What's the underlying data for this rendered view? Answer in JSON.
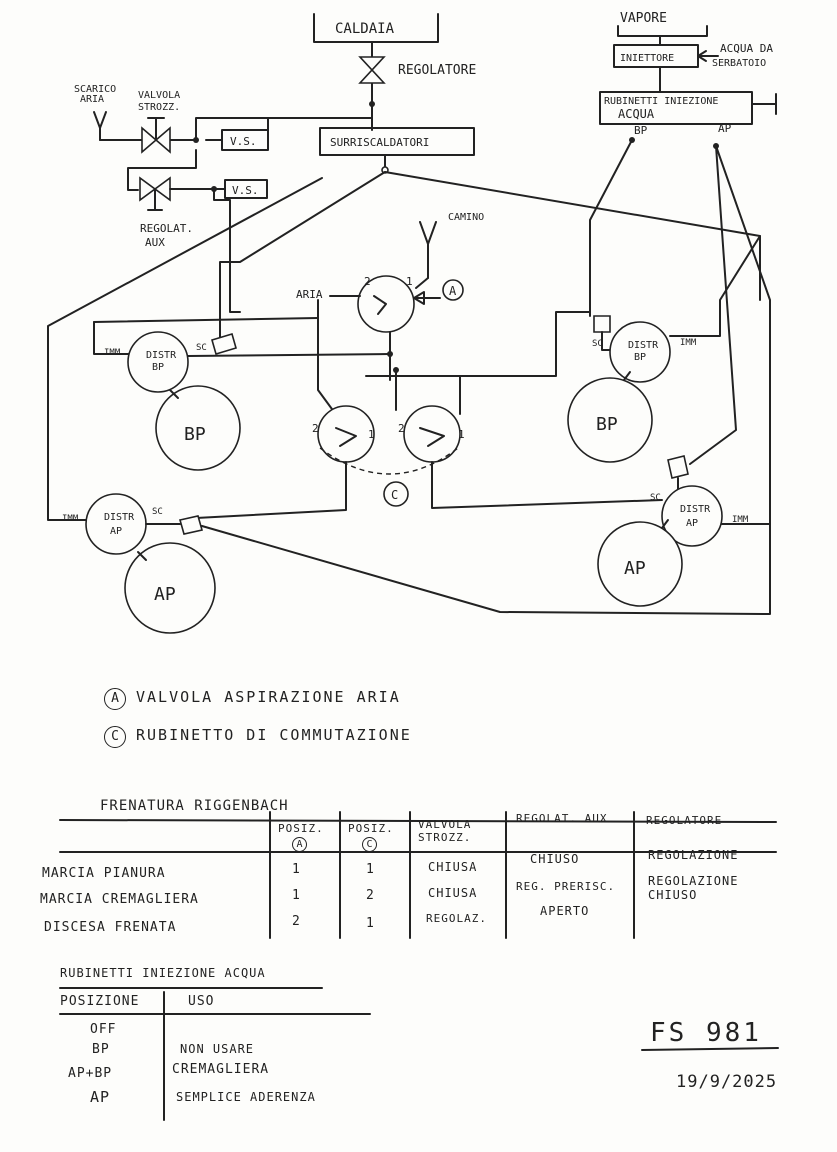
{
  "diagram": {
    "caldaia": "CALDAIA",
    "regolatore": "REGOLATORE",
    "vapore": "VAPORE",
    "iniettore": "INIETTORE",
    "acqua_da_serbatoio": [
      "ACQUA DA",
      "SERBATOIO"
    ],
    "rubinetti": [
      "RUBINETTI INIEZIONE",
      "ACQUA"
    ],
    "rub_bp": "BP",
    "rub_ap": "AP",
    "scarico_aria": [
      "SCARICO",
      "ARIA"
    ],
    "valvola_strozz": [
      "VALVOLA",
      "STROZZ."
    ],
    "vs1": "V.S.",
    "vs2": "V.S.",
    "regolat_aux": [
      "REGOLAT.",
      "AUX"
    ],
    "surriscaldatori": "SURRISCALDATORI",
    "camino": "CAMINO",
    "aria": "ARIA",
    "valve_a": "A",
    "valve_c": "C",
    "port_1": "1",
    "port_2": "2",
    "imm": "IMM",
    "sc": "SC",
    "distr_bp": [
      "DISTR",
      "BP"
    ],
    "distr_ap": [
      "DISTR",
      "AP"
    ],
    "cyl_bp": "BP",
    "cyl_ap": "AP"
  },
  "legend": {
    "a_key": "A",
    "a_text": "VALVOLA ASPIRAZIONE ARIA",
    "c_key": "C",
    "c_text": "RUBINETTO DI COMMUTAZIONE"
  },
  "frenatura": {
    "title": "FRENATURA RIGGENBACH",
    "headers": [
      "POSIZ.",
      "POSIZ.",
      "VALVOLA STROZZ.",
      "REGOLAT. AUX",
      "REGOLATORE"
    ],
    "header_keys": [
      "A",
      "C"
    ],
    "rows": [
      {
        "label": "MARCIA PIANURA",
        "a": "1",
        "c": "1",
        "strozz": "CHIUSA",
        "aux": "CHIUSO",
        "reg": "REGOLAZIONE"
      },
      {
        "label": "MARCIA CREMAGLIERA",
        "a": "1",
        "c": "2",
        "strozz": "CHIUSA",
        "aux": "REG. PRERISC.",
        "reg": "REGOLAZIONE CHIUSO"
      },
      {
        "label": "DISCESA FRENATA",
        "a": "2",
        "c": "1",
        "strozz": "REGOLAZ.",
        "aux": "APERTO",
        "reg": ""
      }
    ]
  },
  "rubinetti_table": {
    "title": "RUBINETTI INIEZIONE ACQUA",
    "headers": [
      "POSIZIONE",
      "USO"
    ],
    "rows": [
      {
        "pos": "OFF",
        "uso": ""
      },
      {
        "pos": "BP",
        "uso": "NON USARE"
      },
      {
        "pos": "AP+BP",
        "uso": "CREMAGLIERA"
      },
      {
        "pos": "AP",
        "uso": "SEMPLICE ADERENZA"
      }
    ]
  },
  "signature": {
    "model": "FS 981",
    "date": "19/9/2025"
  }
}
